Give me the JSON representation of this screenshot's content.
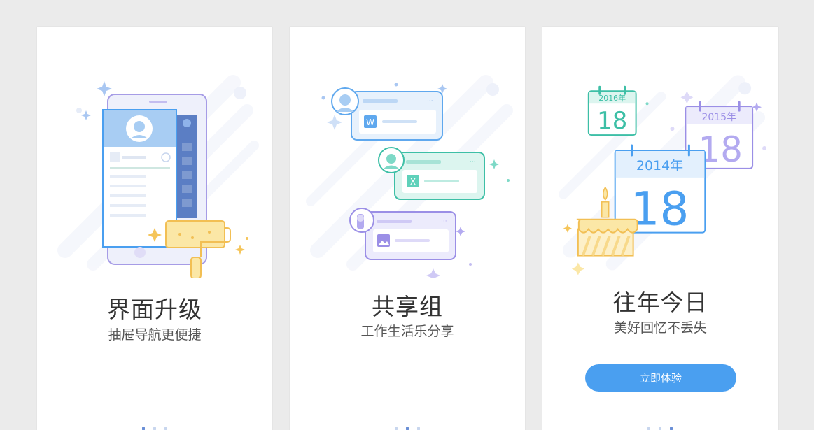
{
  "colors": {
    "background": "#ebebeb",
    "card": "#ffffff",
    "accent_blue": "#4a9ff0",
    "accent_teal": "#3dbfa6",
    "accent_purple": "#9b8fe6",
    "accent_yellow": "#f5c55a"
  },
  "cards": [
    {
      "title": "界面升级",
      "subtitle": "抽屉导航更便捷",
      "illustration": "phone-drawer-illustration"
    },
    {
      "title": "共享组",
      "subtitle": "工作生活乐分享",
      "illustration": "shared-group-illustration",
      "chips": [
        "W",
        "X"
      ]
    },
    {
      "title": "往年今日",
      "subtitle": "美好回忆不丢失",
      "illustration": "calendar-cake-illustration",
      "calendars": [
        {
          "year": "2016年",
          "day": "18"
        },
        {
          "year": "2015年",
          "day": "18"
        },
        {
          "year": "2014年",
          "day": "18"
        }
      ],
      "button": "立即体验"
    }
  ],
  "pager": {
    "pages": 3
  }
}
